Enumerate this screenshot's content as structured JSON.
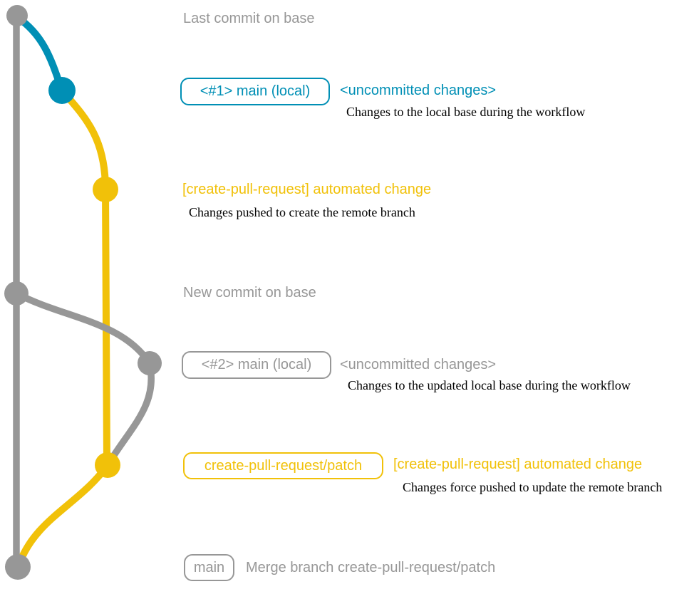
{
  "colors": {
    "base": "#979797",
    "local": "#008fb5",
    "patch": "#f1c109",
    "description": "#000000",
    "background": "#ffffff"
  },
  "annotations": {
    "last_commit": "Last commit on base",
    "new_commit": "New commit on base"
  },
  "commits": {
    "local1": {
      "branch_label": "<#1> main (local)",
      "message": "<uncommitted changes>",
      "description": "Changes to the local base during the workflow"
    },
    "patch1": {
      "message": "[create-pull-request] automated change",
      "description": "Changes pushed to create the remote branch"
    },
    "local2": {
      "branch_label": "<#2> main (local)",
      "message": "<uncommitted changes>",
      "description": "Changes to the updated local base during the workflow"
    },
    "patch2": {
      "branch_label": "create-pull-request/patch",
      "message": "[create-pull-request] automated change",
      "description": "Changes force pushed to update the remote branch"
    },
    "merge": {
      "branch_label": "main",
      "message": "Merge branch create-pull-request/patch"
    }
  }
}
